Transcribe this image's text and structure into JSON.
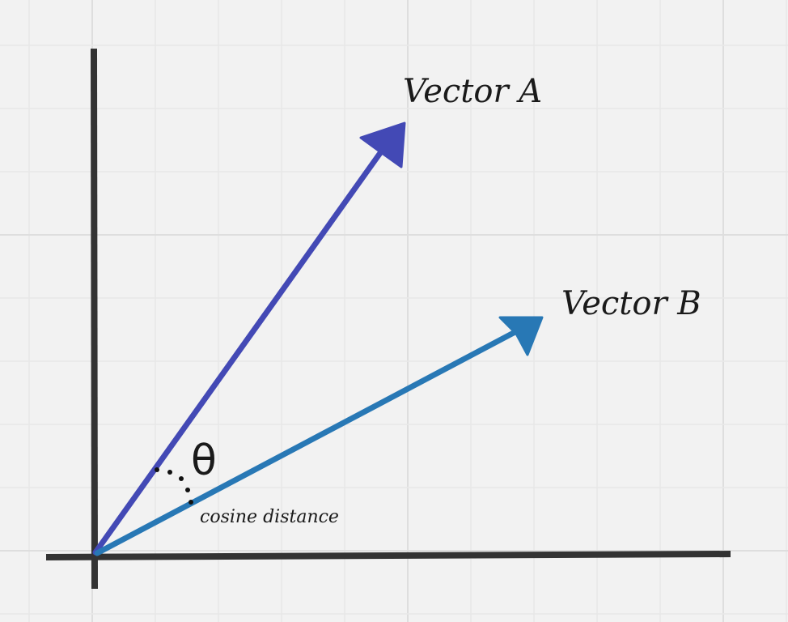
{
  "diagram": {
    "vector_a_label": "Vector A",
    "vector_b_label": "Vector B",
    "angle_label": "θ",
    "angle_caption": "cosine distance",
    "colors": {
      "background": "#f2f2f2",
      "grid": "#e4e4e4",
      "axes": "#333333",
      "vector_a": "#4349b5",
      "vector_b": "#2878b5"
    }
  }
}
